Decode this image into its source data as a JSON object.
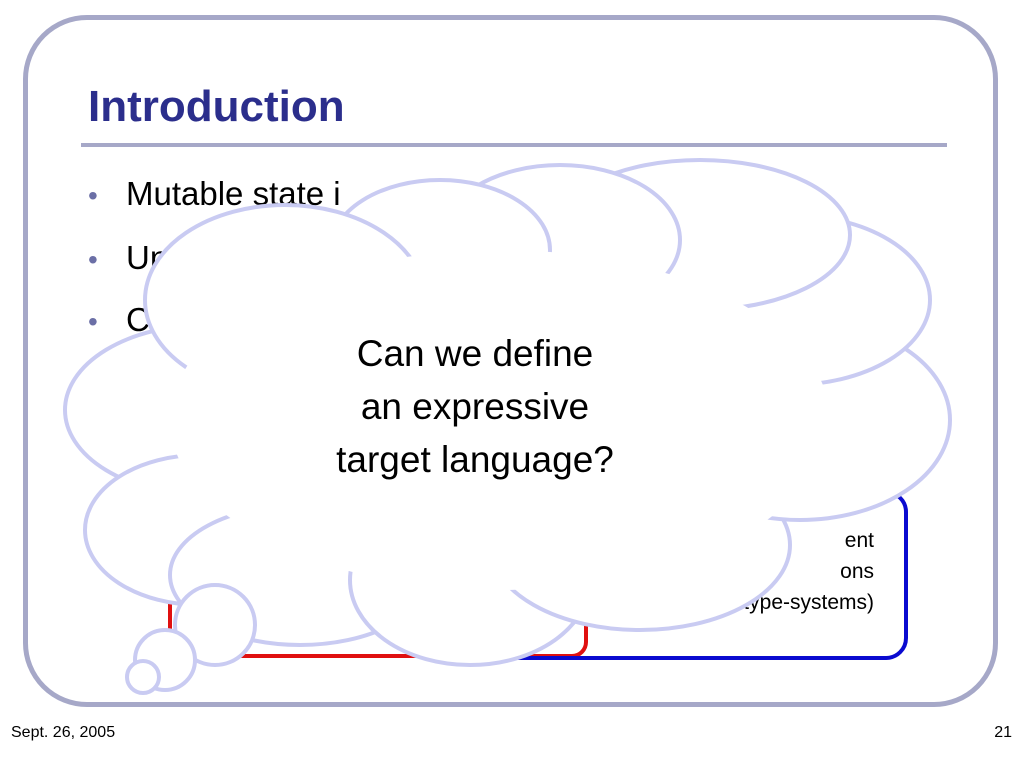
{
  "slide": {
    "title": "Introduction",
    "bullets": [
      {
        "visible_text": "Mutable state i"
      },
      {
        "visible_text": "Un"
      },
      {
        "visible_text": "C"
      }
    ],
    "box_text_lines": [
      "ent",
      "ons",
      "., type-systems)"
    ],
    "cloud_lines": [
      "Can we define",
      "an expressive",
      "target language?"
    ],
    "footer_date": "Sept. 26, 2005",
    "page_number": "21"
  },
  "colors": {
    "title": "#2b2e8c",
    "frame": "#a6a8c8",
    "cloud_outline": "#c9cbf2",
    "box_red": "#e01010",
    "box_blue": "#0a0ad0"
  }
}
